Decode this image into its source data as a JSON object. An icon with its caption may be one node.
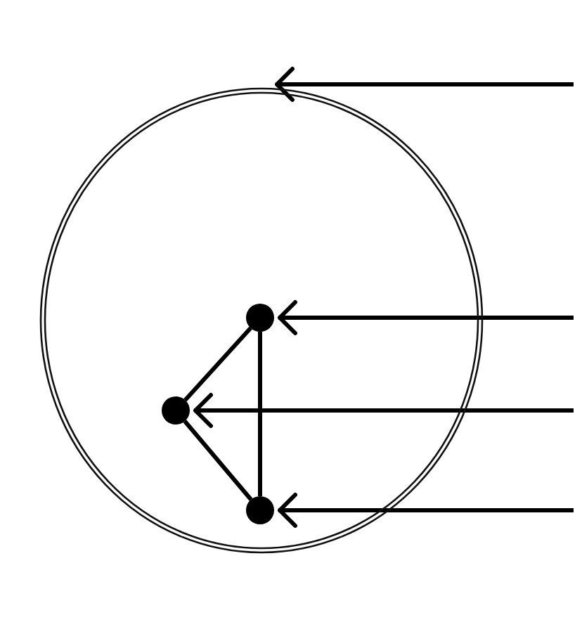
{
  "diagram": {
    "nodes": [
      {
        "text": [],
        "shape": "circle"
      },
      {
        "text": [],
        "shape": "circle",
        "in": 0
      },
      {
        "text": [],
        "shape": "circle",
        "in": 0
      },
      {
        "text": [],
        "shape": "circle",
        "in": 0
      }
    ],
    "edges": [
      {
        "from": null,
        "to": 0,
        "arrow": "to"
      },
      {
        "from": null,
        "to": 1,
        "arrow": "to"
      },
      {
        "from": 1,
        "to": 2,
        "arrow": "none"
      },
      {
        "from": 1,
        "to": 3,
        "arrow": "none"
      },
      {
        "from": null,
        "to": 2,
        "arrow": "to"
      },
      {
        "from": 2,
        "to": 3,
        "arrow": "none"
      },
      {
        "from": null,
        "to": 3,
        "arrow": "to"
      }
    ]
  }
}
